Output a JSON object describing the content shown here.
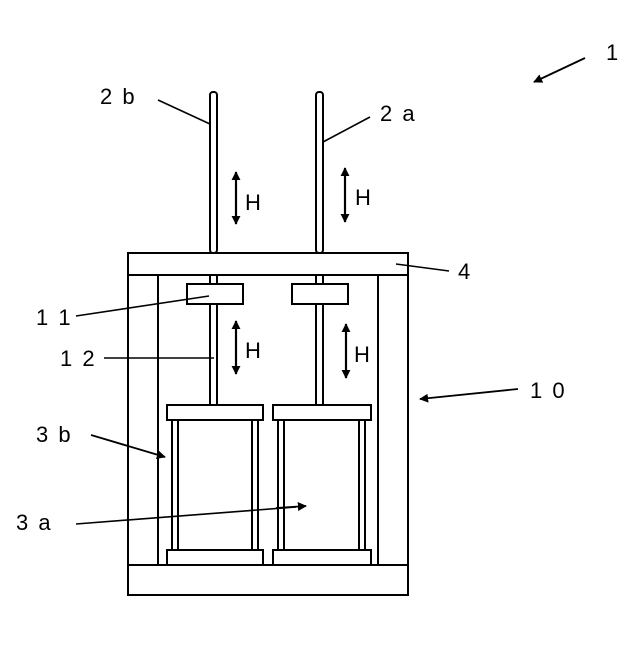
{
  "figure": {
    "labels": {
      "device": "1",
      "rod_b": "2 b",
      "rod_a": "2 a",
      "plate": "4",
      "block": "1 1",
      "shaft": "1 2",
      "frame": "1 0",
      "mold_b": "3 b",
      "mold_a": "3 a"
    },
    "motion_label": "H"
  }
}
